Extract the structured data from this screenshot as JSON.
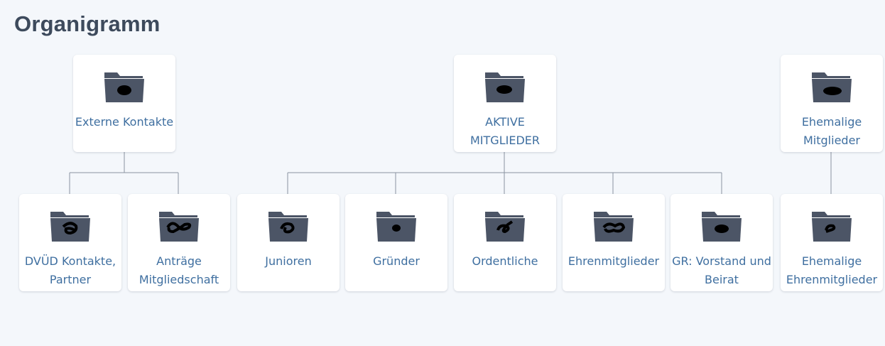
{
  "page": {
    "title": "Organigramm"
  },
  "colors": {
    "folder": "#4c5566",
    "scribble": "#000000",
    "label": "#3f6fa0",
    "connector": "#8a93a0"
  },
  "nodes": {
    "externe": {
      "label": "Externe Kontakte",
      "icon": "folder-icon"
    },
    "aktive": {
      "label": "AKTIVE MITGLIEDER",
      "icon": "folder-icon"
    },
    "ehemalige": {
      "label": "Ehemalige Mitglieder",
      "icon": "folder-icon"
    },
    "dvued": {
      "label": "DVÜD Kontakte, Partner",
      "icon": "folder-icon"
    },
    "antraege": {
      "label": "Anträge Mitgliedschaft",
      "icon": "folder-icon"
    },
    "junioren": {
      "label": "Junioren",
      "icon": "folder-icon"
    },
    "gruender": {
      "label": "Gründer",
      "icon": "folder-icon"
    },
    "ordentliche": {
      "label": "Ordentliche",
      "icon": "folder-icon"
    },
    "ehrenmitglieder": {
      "label": "Ehrenmitglieder",
      "icon": "folder-icon"
    },
    "gr": {
      "label": "GR: Vorstand und Beirat",
      "icon": "folder-icon"
    },
    "ehemalige_ehren": {
      "label": "Ehemalige Ehrenmitglieder",
      "icon": "folder-icon"
    }
  }
}
